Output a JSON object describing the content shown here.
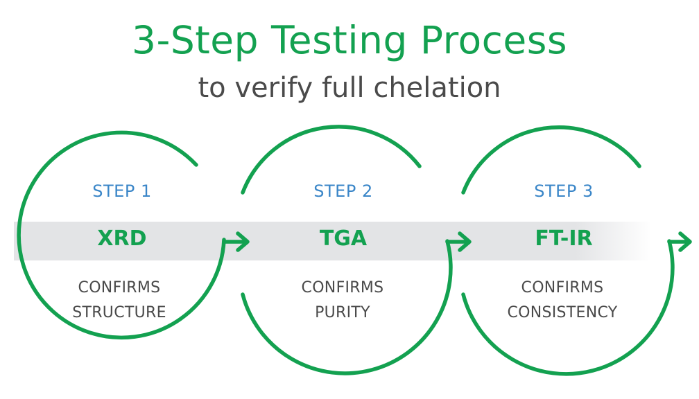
{
  "header": {
    "title": "3-Step Testing Process",
    "subtitle": "to verify full chelation"
  },
  "colors": {
    "green": "#13a150",
    "blue": "#3a86c8",
    "gray_text": "#4a4a4a",
    "band": "#e3e4e6"
  },
  "steps": [
    {
      "label": "STEP 1",
      "method": "XRD",
      "desc_line1": "CONFIRMS",
      "desc_line2": "STRUCTURE"
    },
    {
      "label": "STEP 2",
      "method": "TGA",
      "desc_line1": "CONFIRMS",
      "desc_line2": "PURITY"
    },
    {
      "label": "STEP 3",
      "method": "FT-IR",
      "desc_line1": "CONFIRMS",
      "desc_line2": "CONSISTENCY"
    }
  ]
}
